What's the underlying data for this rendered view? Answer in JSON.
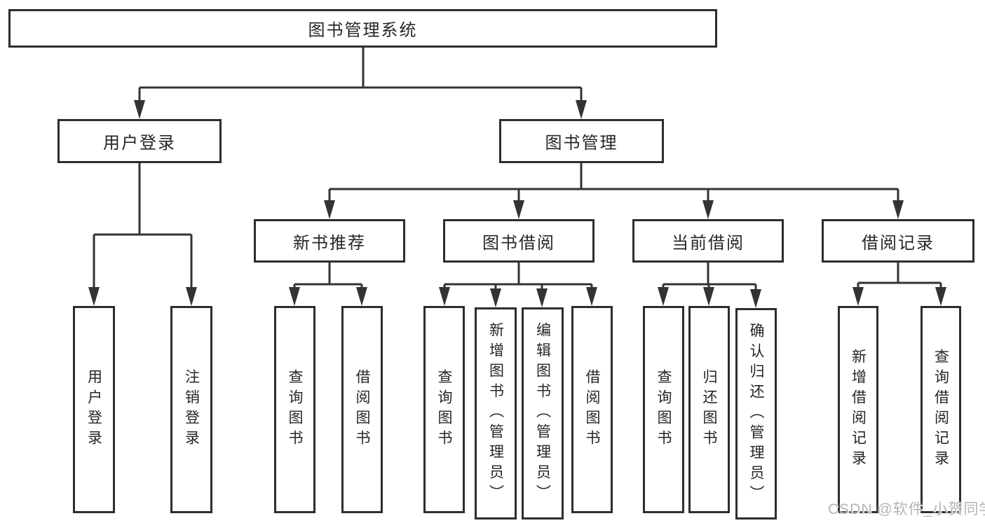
{
  "diagram": {
    "title": "图书管理系统",
    "watermark": "CSDN @软件_小贺同学",
    "colors": {
      "background": "#ffffff",
      "box_border": "#2d2d2d",
      "line": "#333333",
      "text": "#262626",
      "watermark": "#b9b3b3"
    },
    "tree": {
      "root": {
        "label": "图书管理系统",
        "children": [
          {
            "label": "用户登录",
            "children": [
              {
                "label": "用户登录"
              },
              {
                "label": "注销登录"
              }
            ]
          },
          {
            "label": "图书管理",
            "children": [
              {
                "label": "新书推荐",
                "children": [
                  {
                    "label": "查询图书"
                  },
                  {
                    "label": "借阅图书"
                  }
                ]
              },
              {
                "label": "图书借阅",
                "children": [
                  {
                    "label": "查询图书"
                  },
                  {
                    "label": "新增图书（管理员）"
                  },
                  {
                    "label": "编辑图书（管理员）"
                  },
                  {
                    "label": "借阅图书"
                  }
                ]
              },
              {
                "label": "当前借阅",
                "children": [
                  {
                    "label": "查询图书"
                  },
                  {
                    "label": "归还图书"
                  },
                  {
                    "label": "确认归还（管理员）"
                  }
                ]
              },
              {
                "label": "借阅记录",
                "children": [
                  {
                    "label": "新增借阅记录"
                  },
                  {
                    "label": "查询借阅记录"
                  }
                ]
              }
            ]
          }
        ]
      }
    }
  }
}
